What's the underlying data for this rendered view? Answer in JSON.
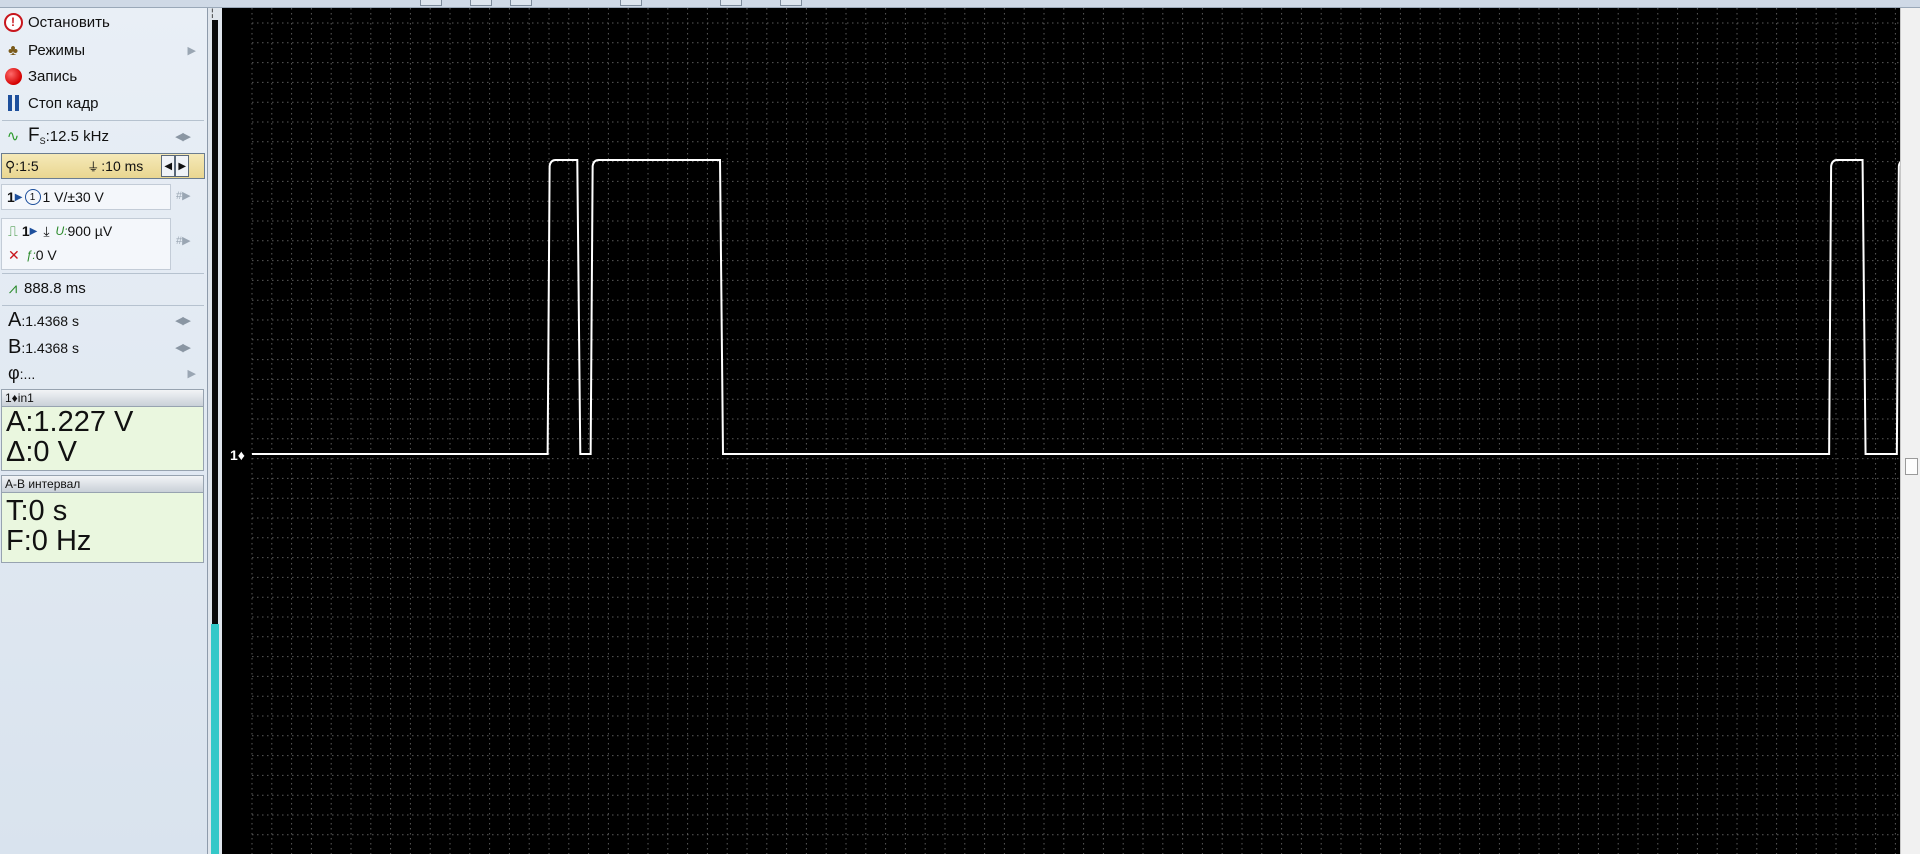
{
  "menu": {
    "stop_label": "Остановить",
    "modes_label": "Режимы",
    "record_label": "Запись",
    "freeze_label": "Стоп кадр"
  },
  "sampling": {
    "label": "F",
    "sub": "S",
    "value": ":12.5 kHz"
  },
  "zoom": {
    "ratio": ":1:5",
    "timebase": ":10 ms"
  },
  "channel": {
    "number": "1",
    "value": "1 V/±30 V"
  },
  "trigger": {
    "channel": "1",
    "level": "900 µV",
    "offset": "0 V"
  },
  "period": {
    "value": "888.8 ms"
  },
  "cursors": {
    "a_label": "A",
    "a_value": ":1.4368 s",
    "b_label": "B",
    "b_value": ":1.4368 s",
    "phi_label": "φ",
    "phi_value": ":..."
  },
  "measure_panel": {
    "title": "1♦in1",
    "a_line": "A:1.227 V",
    "delta_line": "Δ:0 V"
  },
  "interval_panel": {
    "title": "A-B интервал",
    "t_line": "T:0 s",
    "f_line": "F:0 Hz"
  },
  "scope": {
    "channel_marker": "1♦",
    "trace_color": "#ffffff",
    "grid_color": "#5a5a5a",
    "background": "#000000",
    "signal": {
      "low_level": 0,
      "high_level": 1,
      "high_intervals_fraction": [
        [
          0.1806,
          0.1992
        ],
        [
          0.2067,
          0.2858
        ],
        [
          0.9582,
          0.9791
        ],
        [
          0.9993,
          1.0
        ]
      ]
    }
  },
  "colors": {
    "accent": "#34c8c8",
    "record": "#d40000",
    "stop": "#c8161d"
  }
}
